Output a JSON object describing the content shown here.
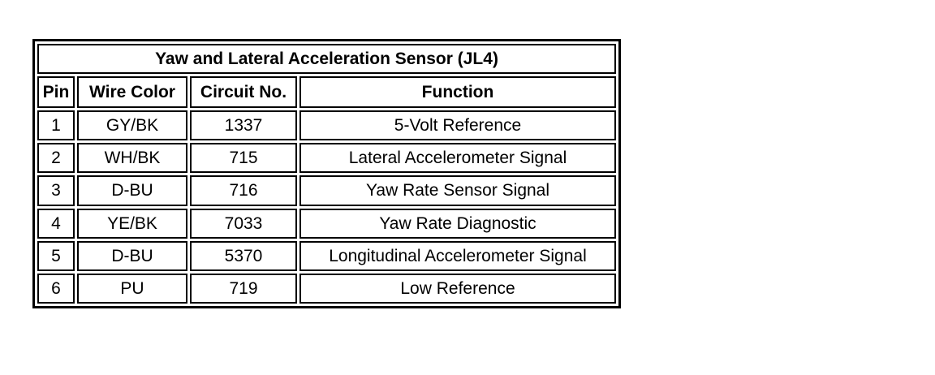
{
  "table": {
    "title": "Yaw and Lateral Acceleration Sensor (JL4)",
    "columns": [
      "Pin",
      "Wire Color",
      "Circuit No.",
      "Function"
    ],
    "rows": [
      [
        "1",
        "GY/BK",
        "1337",
        "5-Volt Reference"
      ],
      [
        "2",
        "WH/BK",
        "715",
        "Lateral Accelerometer Signal"
      ],
      [
        "3",
        "D-BU",
        "716",
        "Yaw Rate Sensor Signal"
      ],
      [
        "4",
        "YE/BK",
        "7033",
        "Yaw Rate Diagnostic"
      ],
      [
        "5",
        "D-BU",
        "5370",
        "Longitudinal Accelerometer Signal"
      ],
      [
        "6",
        "PU",
        "719",
        "Low Reference"
      ]
    ],
    "colors": {
      "border": "#000000",
      "background": "#ffffff",
      "text": "#000000"
    }
  }
}
